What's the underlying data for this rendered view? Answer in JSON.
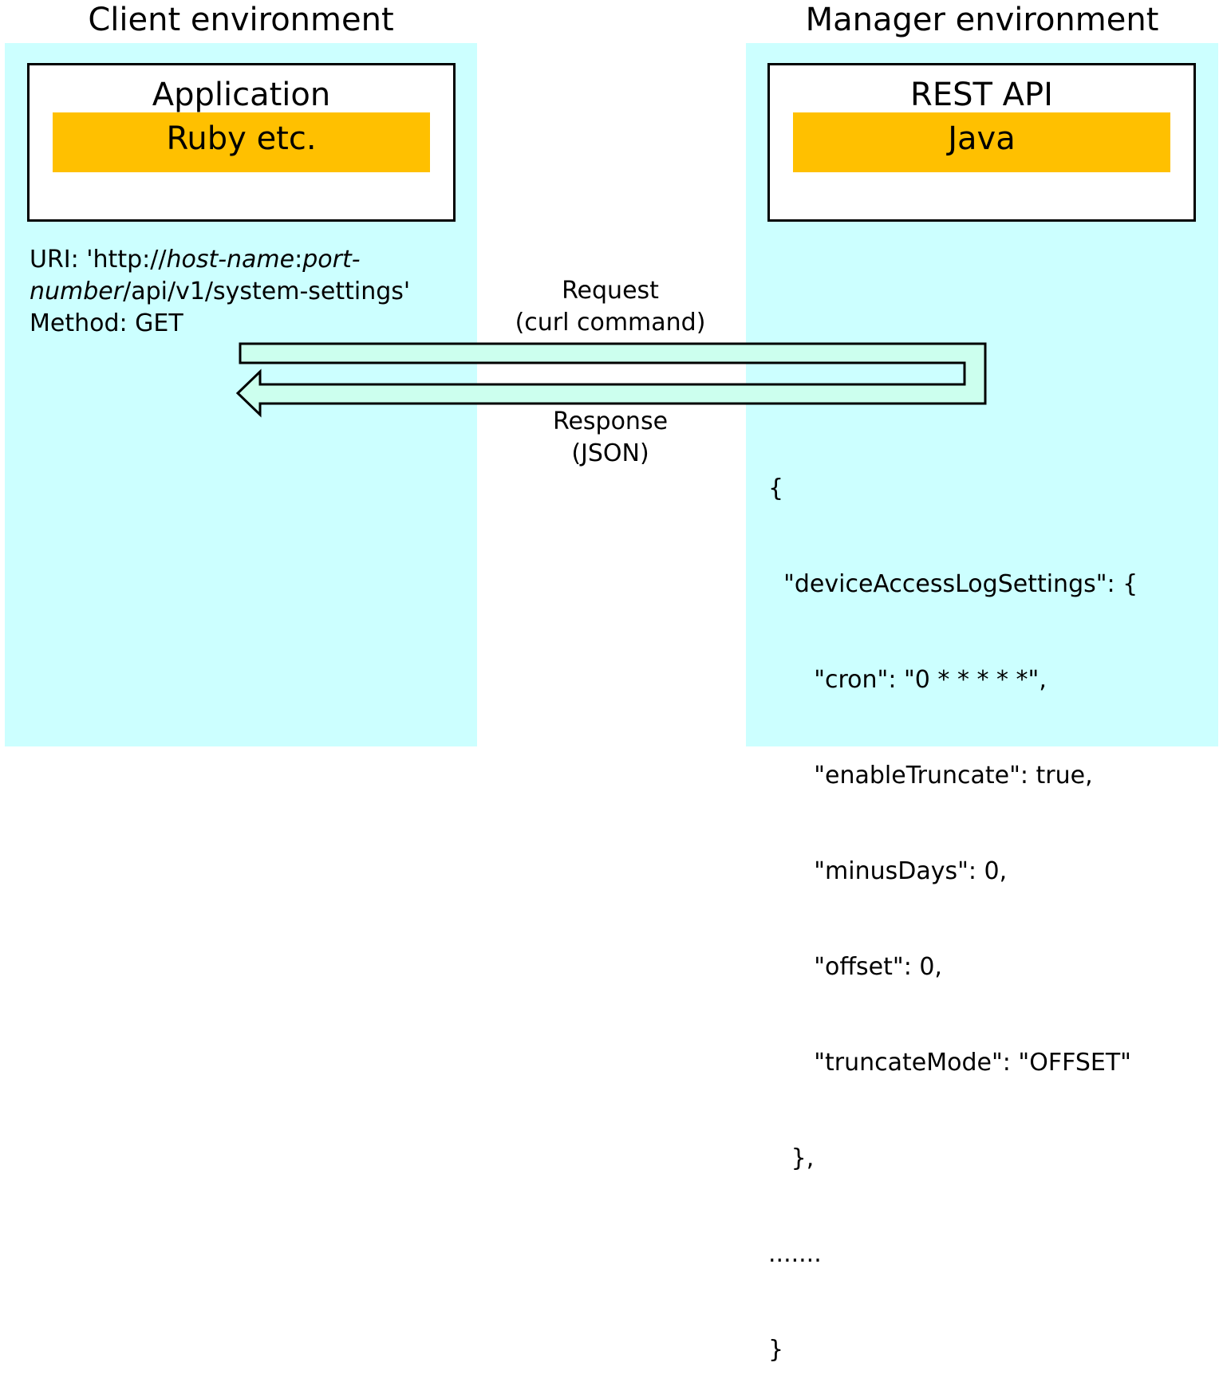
{
  "client": {
    "title": "Client environment",
    "app_box_title": "Application",
    "tech_label": "Ruby etc.",
    "uri_prefix": "URI: 'http://",
    "uri_host": "host-name",
    "uri_colon": ":",
    "uri_port_a": "port-",
    "uri_port_b": "number",
    "uri_path": "/api/v1/system-settings'",
    "method_line": "Method: GET"
  },
  "manager": {
    "title": "Manager environment",
    "rest_box_title": "REST API",
    "tech_label": "Java"
  },
  "flow": {
    "request_label_1": "Request",
    "request_label_2": "(curl command)",
    "response_label_1": "Response",
    "response_label_2": "(JSON)"
  },
  "json_lines": [
    "{",
    "  \"deviceAccessLogSettings\": {",
    "      \"cron\": \"0 * * * * *\",",
    "      \"enableTruncate\": true,",
    "      \"minusDays\": 0,",
    "      \"offset\": 0,",
    "      \"truncateMode\": \"OFFSET\"",
    "   },",
    ".......",
    "}"
  ],
  "colors": {
    "panel_bg": "#ccffff",
    "tech_bg": "#ffc000",
    "arrow_fill": "#ccffee",
    "outline": "#000000"
  }
}
